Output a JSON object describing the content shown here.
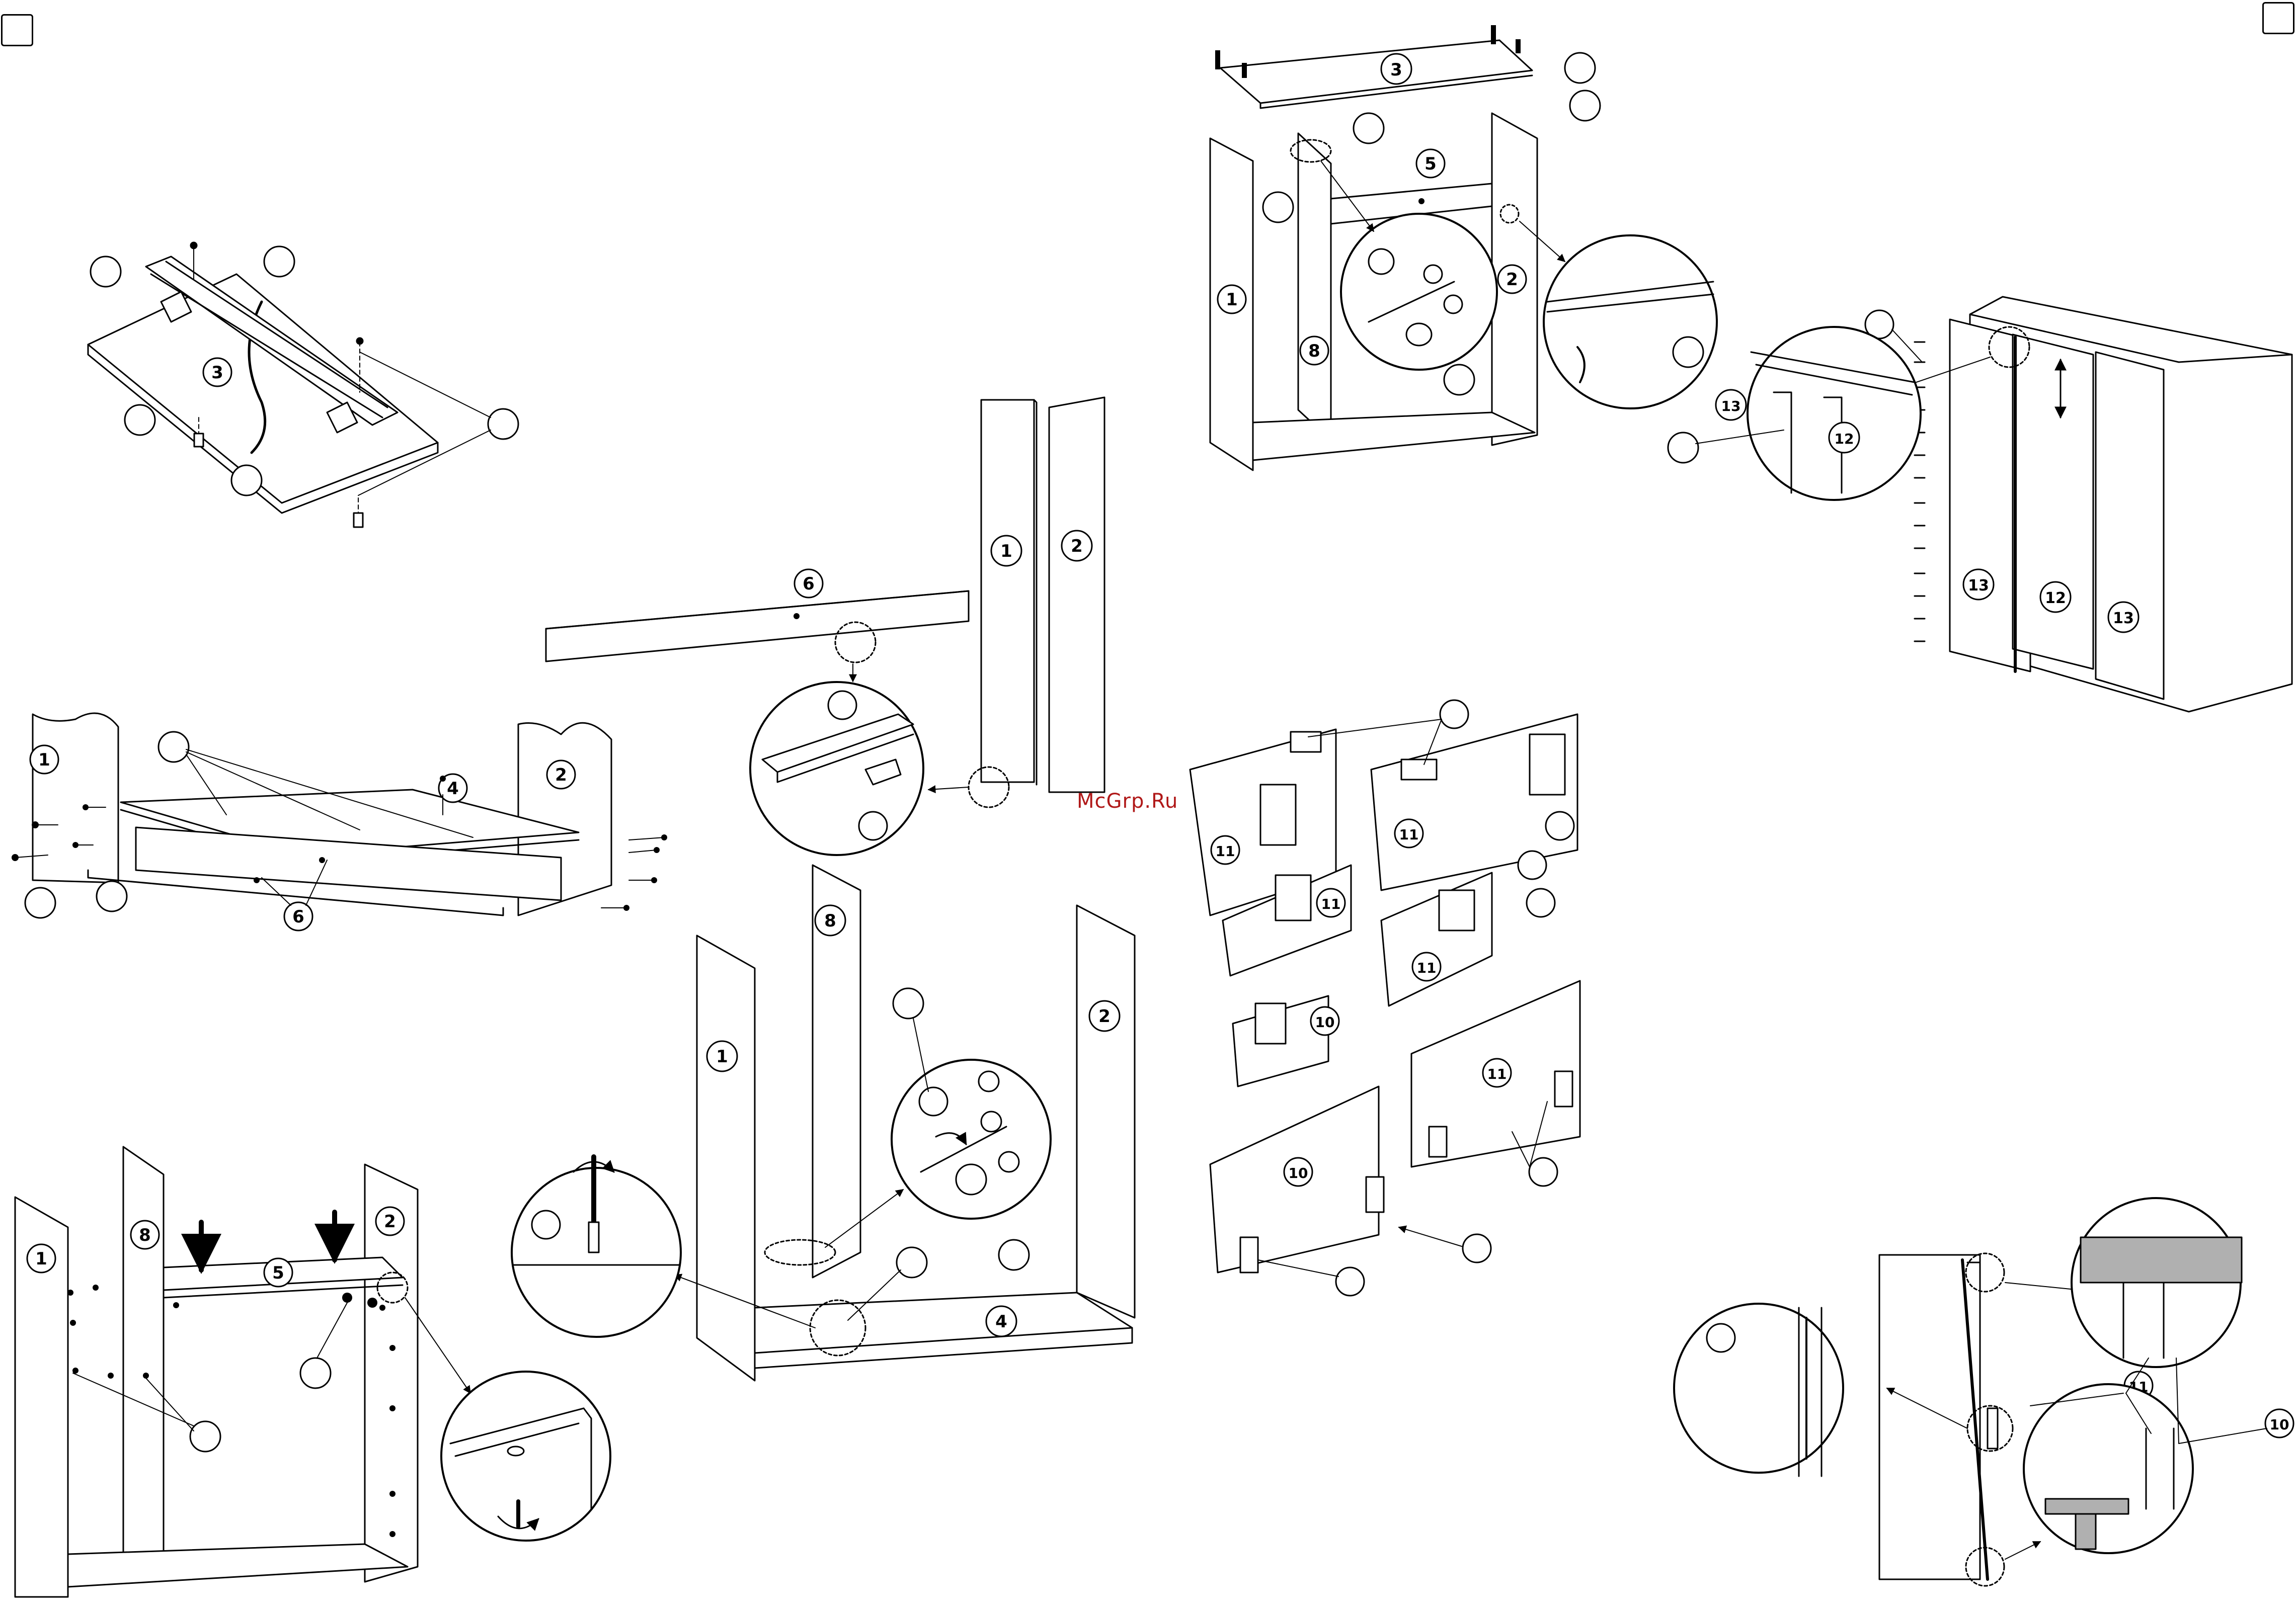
{
  "watermark": {
    "text": "McGrp.Ru",
    "color": "#b01818"
  },
  "panel_numbers": {
    "n1": "1",
    "n2": "2",
    "n3": "3",
    "n4": "4",
    "n5": "5",
    "n6": "6",
    "n8": "8",
    "n10": "10",
    "n11": "11",
    "n12": "12",
    "n13": "13"
  },
  "icons": [
    "screwdriver-icon",
    "rotate-arrow-icon",
    "cam-lock-icon",
    "screw-icon",
    "dowel-icon",
    "hinge-icon",
    "handle-icon"
  ],
  "colors": {
    "ink": "#000000",
    "paper": "#ffffff",
    "panel_fill": "#ffffff",
    "gray": "#b0b0b0"
  }
}
